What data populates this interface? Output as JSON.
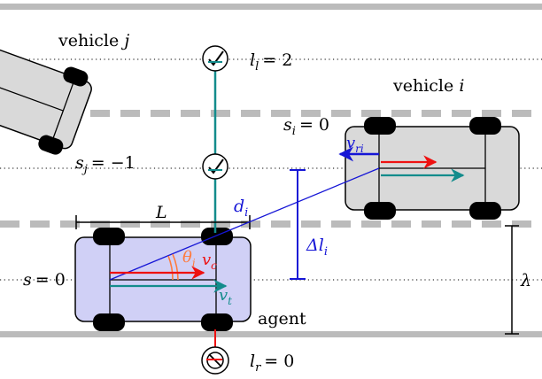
{
  "labels": {
    "vehicle_j": "vehicle",
    "vehicle_j_sym": "j",
    "vehicle_i": "vehicle",
    "vehicle_i_sym": "i",
    "agent": "agent",
    "l_l_base": "l",
    "l_l_sub": "l",
    "l_l_value": "= 2",
    "l_r_base": "l",
    "l_r_sub": "r",
    "l_r_value": "= 0",
    "s_i_base": "s",
    "s_i_sub": "i",
    "s_i_value": "= 0",
    "s_j_base": "s",
    "s_j_sub": "j",
    "s_j_value": "= −1",
    "s_base": "s",
    "s_value": "= 0",
    "L": "L",
    "d_i_base": "d",
    "d_i_sub": "i",
    "delta_l_i_base": "Δl",
    "delta_l_i_sub": "i",
    "theta_i_base": "θ",
    "theta_i_sub": "i",
    "v_c_base": "v",
    "v_c_sub": "c",
    "v_t_base": "v",
    "v_t_sub": "t",
    "v_ri_base": "v",
    "v_ri_sub": "ri",
    "lambda": "λ"
  },
  "colors": {
    "road_gray": "#bbbbbb",
    "car_body": "#d9d9d9",
    "agent_body": "#d0d0f6",
    "wheel": "#000000",
    "red": "#ee1111",
    "teal": "#138c8c",
    "blue": "#1616d6",
    "orange": "#ff7a3c"
  },
  "icons": [
    "check-circle-icon",
    "no-entry-circle-icon"
  ]
}
